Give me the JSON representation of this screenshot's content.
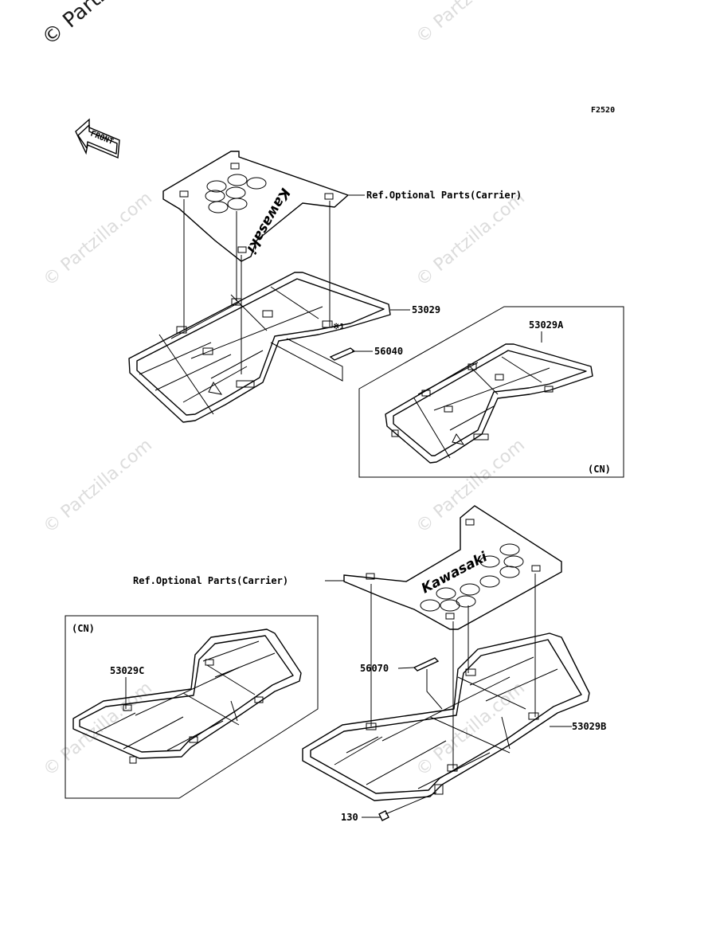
{
  "figure_code": "F2520",
  "front_arrow_label": "FRONT",
  "watermark_text": "© Partzilla.com",
  "watermark_corner_text": "© Partz",
  "logo_text": "Kawasaki",
  "callouts": {
    "ref_optional_top": "Ref.Optional Parts(Carrier)",
    "ref_optional_bottom": "Ref.Optional Parts(Carrier)",
    "p53029": "53029",
    "p56040": "56040",
    "p53029A": "53029A",
    "cn_1": "(CN)",
    "cn_2": "(CN)",
    "p53029C": "53029C",
    "p56070": "56070",
    "p53029B": "53029B",
    "p130": "130",
    "mark_star": "※1"
  }
}
